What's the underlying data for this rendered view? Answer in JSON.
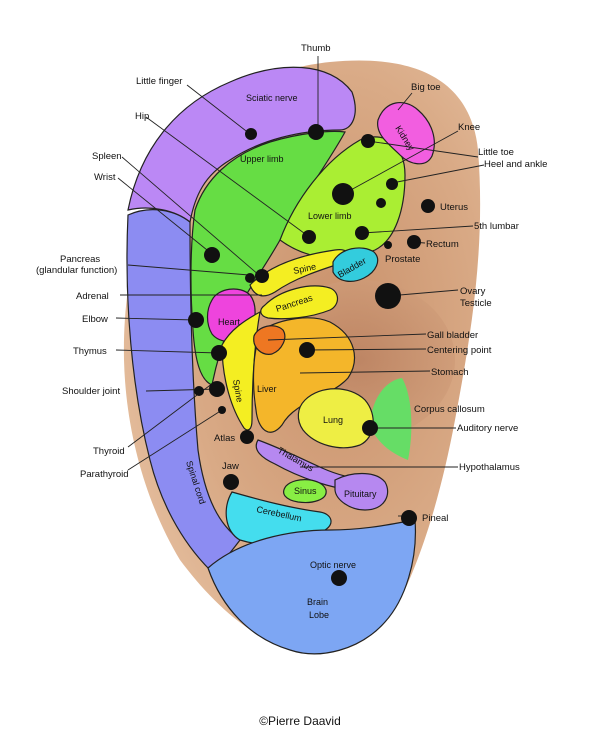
{
  "labels": {
    "thumb": "Thumb",
    "little_finger": "Little finger",
    "sciatic_nerve": "Sciatic nerve",
    "big_toe": "Big toe",
    "kidney": "Kidney",
    "hip": "Hip",
    "knee": "Knee",
    "spleen": "Spleen",
    "little_toe": "Little toe",
    "heel_and_ankle": "Heel and ankle",
    "upper_limb": "Upper limb",
    "wrist": "Wrist",
    "uterus": "Uterus",
    "lower_limb": "Lower limb",
    "fifth_lumbar": "5th lumbar",
    "rectum": "Rectum",
    "pancreas_gland": "Pancreas",
    "pancreas_gland_note": "(glandular function)",
    "prostate": "Prostate",
    "bladder": "Bladder",
    "spine_upper": "Spine",
    "ovary": "Ovary",
    "testicle": "Testicle",
    "adrenal": "Adrenal",
    "pancreas_region": "Pancreas",
    "elbow": "Elbow",
    "heart": "Heart",
    "gall_bladder": "Gall bladder",
    "centering_point": "Centering point",
    "thymus": "Thymus",
    "stomach": "Stomach",
    "liver": "Liver",
    "shoulder_joint": "Shoulder joint",
    "spine_lower": "Spine",
    "corpus_callosum": "Corpus callosum",
    "lung": "Lung",
    "auditory_nerve": "Auditory nerve",
    "atlas": "Atlas",
    "thyroid": "Thyroid",
    "parathyroid": "Parathyroid",
    "thalamus": "Thalamus",
    "hypothalamus": "Hypothalamus",
    "jaw": "Jaw",
    "sinus": "Sinus",
    "pituitary": "Pituitary",
    "spinal_cord": "Spinal cord",
    "pineal": "Pineal",
    "cerebellum": "Cerebellum",
    "optic_nerve": "Optic nerve",
    "brain": "Brain",
    "lobe": "Lobe"
  },
  "credit": "©Pierre Daavid",
  "colors": {
    "background": "#ffffff",
    "skin": "#d9aa86",
    "sciatic": "#bb88f5",
    "upper_limb_green": "#66dd44",
    "lower_limb_green": "#aaee33",
    "kidney_pink": "#f25ee0",
    "heart_magenta": "#ee44dd",
    "spinal_blue": "#8c8cf2",
    "bladder_cyan": "#33ccdd",
    "spine_yellow": "#f4ee22",
    "liver_orange": "#f4b62a",
    "gall_orange": "#ee7722",
    "lung_yellow": "#eeee44",
    "corpus_green": "#66dd66",
    "thalamus_purple": "#b688f0",
    "sinus_green": "#88ee44",
    "cerebellum_cyan": "#44ddee",
    "lobe_blue": "#7da6f3"
  }
}
